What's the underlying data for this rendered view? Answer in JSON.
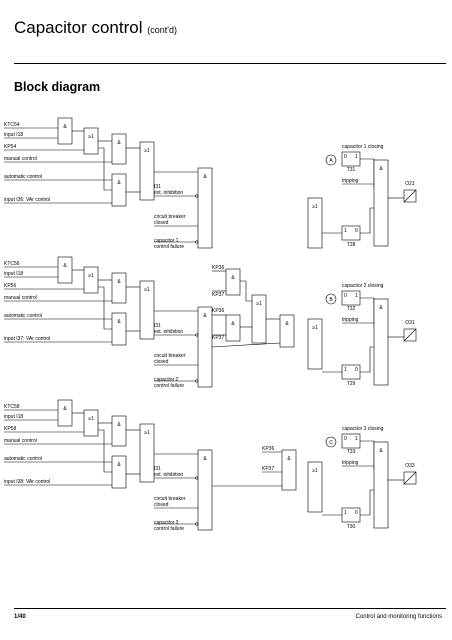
{
  "header": {
    "title": "Capacitor control",
    "subtitle": "(cont'd)"
  },
  "section_title": "Block diagram",
  "footer": {
    "page": "1/40",
    "right_text": "Control and monitoring functions"
  },
  "gates": {
    "and": "&",
    "or": "≥1"
  },
  "blocks": [
    {
      "ktc": "KTC54",
      "input_ii": "input I18",
      "kp": "KP54",
      "manual": "manual control",
      "automatic": "automatic control",
      "input_vv": "input I36: VAr control",
      "i31": "I31",
      "ext": "ext. inhibition",
      "cb": [
        "circuit breaker",
        "closed"
      ],
      "fail": [
        "capacitor 1",
        "control failure"
      ],
      "kp_inputs": [],
      "marker": "A",
      "closing": "capacitor 1 closing",
      "timer1": {
        "a": "0",
        "b": "1",
        "name": "T31"
      },
      "tripping": "tripping",
      "timer2": {
        "a": "1",
        "b": "0",
        "name": "T28"
      },
      "output": "O21"
    },
    {
      "ktc": "KTC56",
      "input_ii": "input I18",
      "kp": "KP56",
      "manual": "manual control",
      "automatic": "automatic control",
      "input_vv": "input I37: VAr control",
      "i31": "I31",
      "ext": "ext. inhibition",
      "cb": [
        "circuit breaker",
        "closed"
      ],
      "fail": [
        "capacitor 2",
        "control failure"
      ],
      "kp_inputs": [
        "KP36",
        "KP37",
        "KP36",
        "KP37"
      ],
      "marker": "B",
      "closing": "capacitor 2 closing",
      "timer1": {
        "a": "0",
        "b": "1",
        "name": "T32"
      },
      "tripping": "tripping",
      "timer2": {
        "a": "1",
        "b": "0",
        "name": "T29"
      },
      "output": "O31"
    },
    {
      "ktc": "KTC58",
      "input_ii": "input I18",
      "kp": "KP58",
      "manual": "manual control",
      "automatic": "automatic control",
      "input_vv": "input I38: VAr control",
      "i31": "I31",
      "ext": "ext. inhibition",
      "cb": [
        "circuit breaker",
        "closed"
      ],
      "fail": [
        "capacitor 3",
        "control failure"
      ],
      "kp_inputs": [
        "KP36",
        "KP37"
      ],
      "marker": "C",
      "closing": "capacitor 3 closing",
      "timer1": {
        "a": "0",
        "b": "1",
        "name": "T33"
      },
      "tripping": "tripping",
      "timer2": {
        "a": "1",
        "b": "0",
        "name": "T30"
      },
      "output": "O33"
    }
  ]
}
